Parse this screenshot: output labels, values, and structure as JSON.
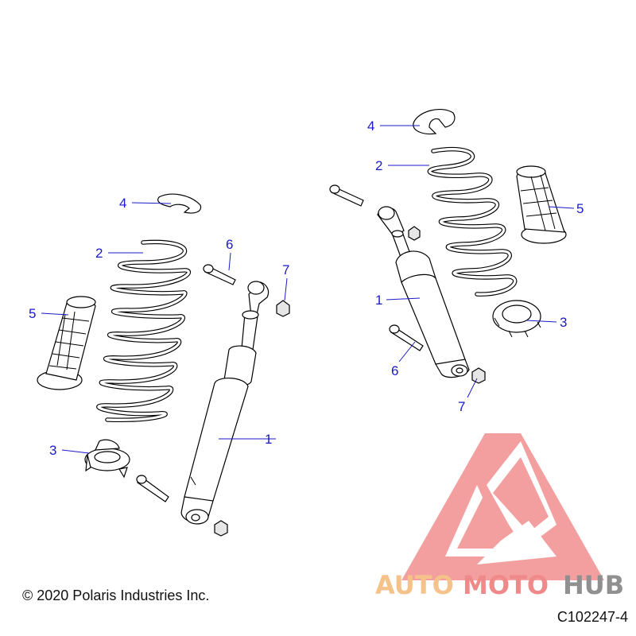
{
  "copyright": "© 2020 Polaris Industries Inc.",
  "figure_id": "C102247-4",
  "watermark": {
    "part1": "AUTO",
    "part2": "MOTO",
    "part3": "HUB",
    "color_auto": "#f5c28a",
    "color_moto": "#f08a8a",
    "color_hub": "#909090",
    "logo_color": "#f08080"
  },
  "callouts_left": {
    "shock": "1",
    "spring": "2",
    "seat": "3",
    "retainer": "4",
    "bumper": "5",
    "bolt": "6",
    "nut": "7"
  },
  "callouts_right": {
    "shock": "1",
    "spring": "2",
    "seat": "3",
    "retainer": "4",
    "bumper": "5",
    "bolt": "6",
    "nut": "7"
  },
  "callout_color": "#1a1ac8"
}
